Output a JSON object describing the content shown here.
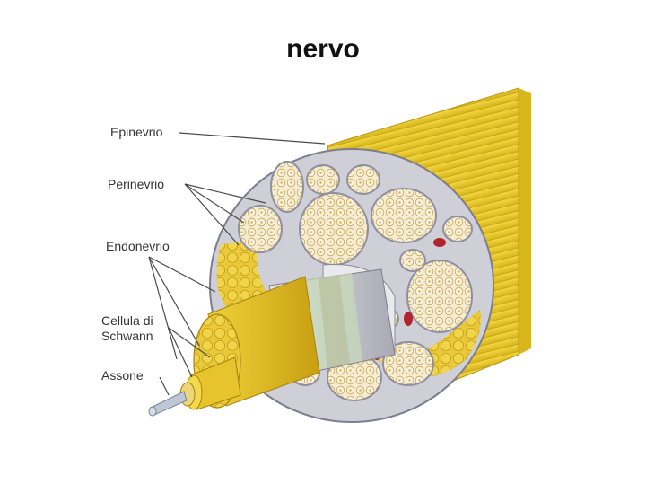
{
  "title": "nervo",
  "labels": {
    "epinevrio": "Epinevrio",
    "perinevrio": "Perinevrio",
    "endonevrio": "Endonevrio",
    "cellula_line1": "Cellula di",
    "cellula_line2": "Schwann",
    "assone": "Assone"
  },
  "colors": {
    "nerve_yellow": "#e8c623",
    "nerve_yellow_dark": "#c9a514",
    "fascicle_fill": "#f3e6c8",
    "tissue": "#c9c9d2",
    "perineurium": "#8f8fa0",
    "blood": "#b0252c"
  }
}
